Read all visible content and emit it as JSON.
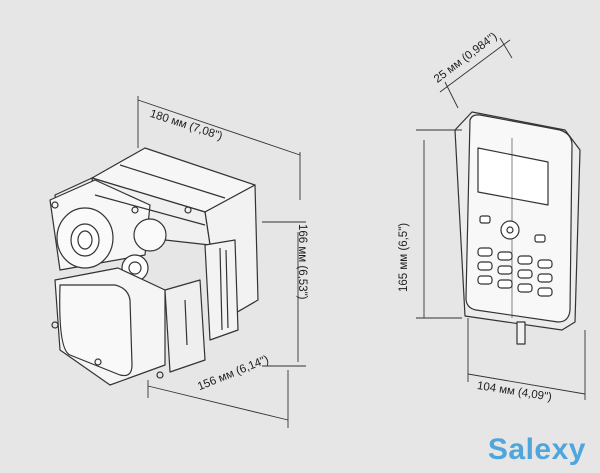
{
  "dimensions": {
    "top_width": "180 мм (7,08\")",
    "height_right": "166 мм (6,53\")",
    "depth": "156 мм (6,14\")",
    "panel_depth": "25 мм (0,984\")",
    "panel_height": "165 мм (6,5\")",
    "panel_width": "104 мм (4,09\")"
  },
  "brand": "Salexy",
  "colors": {
    "background": "#e6e6e6",
    "line": "#333333",
    "device_fill": "#f4f4f4",
    "brand": "#4ea6dc"
  }
}
